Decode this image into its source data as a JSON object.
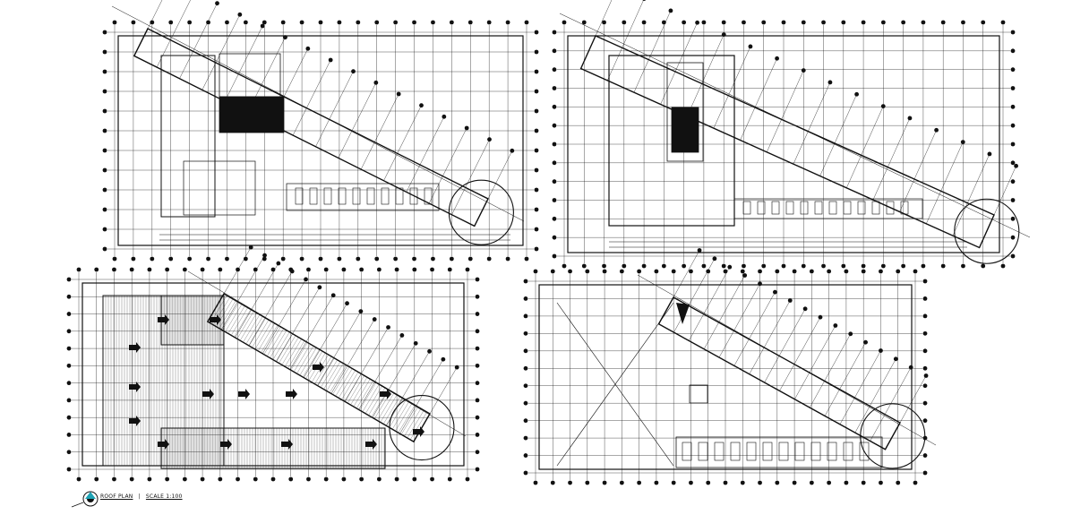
{
  "drawing": {
    "line_color": "#111111",
    "plans": [
      {
        "id": "plan-top-left",
        "kind": "floor-plan"
      },
      {
        "id": "plan-top-right",
        "kind": "floor-plan"
      },
      {
        "id": "plan-bottom-left",
        "kind": "roof-plan"
      },
      {
        "id": "plan-bottom-right",
        "kind": "floor-plan"
      }
    ],
    "caption": {
      "title": "ROOF PLAN",
      "scale": "SCALE 1:100"
    },
    "icons": [
      "north-arrow-icon",
      "grid-bubble-icon",
      "arrow-marker-icon"
    ]
  }
}
